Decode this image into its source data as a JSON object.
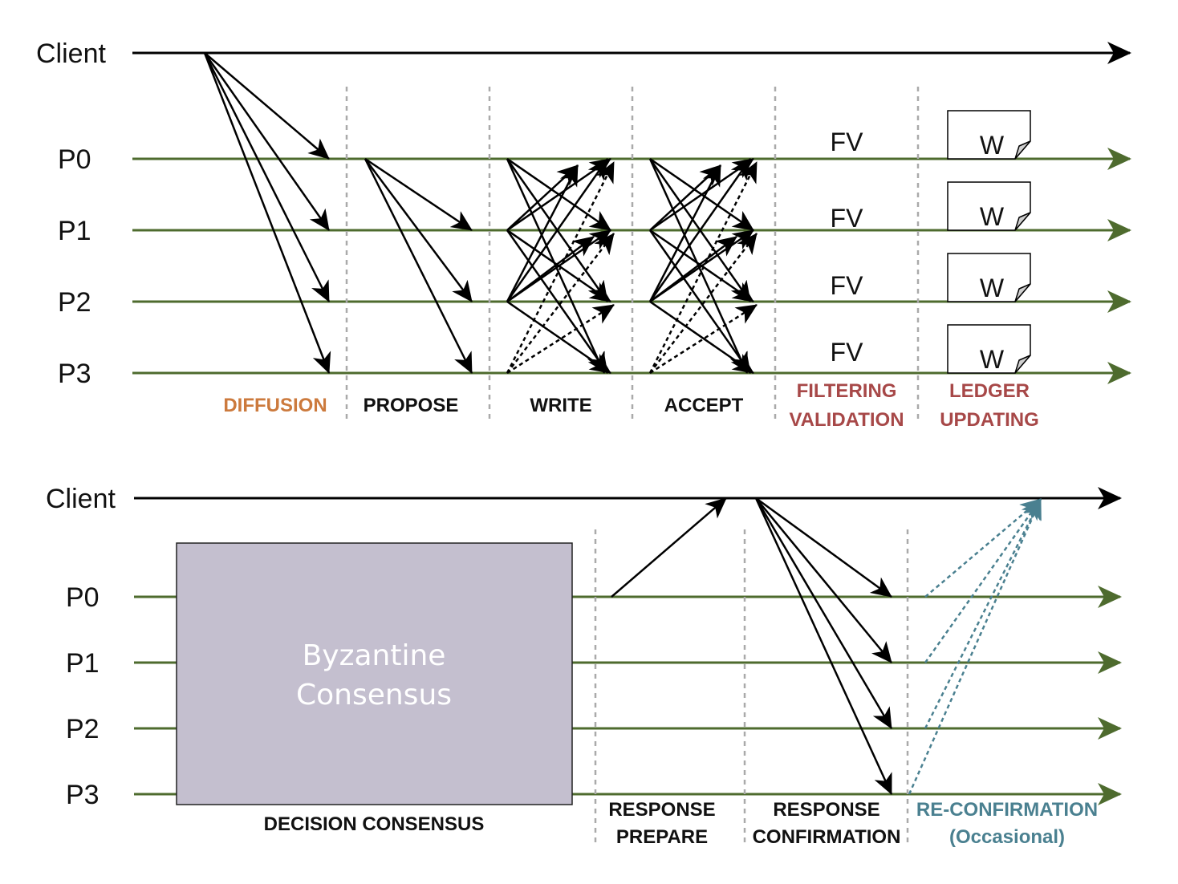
{
  "colors": {
    "process_line": "#4e6b2e",
    "client_line": "#000000",
    "orange": "#cc7a3d",
    "red": "#a74848",
    "teal": "#4a8090",
    "box_fill": "#c4bfcf"
  },
  "top": {
    "client_label": "Client",
    "process_labels": [
      "P0",
      "P1",
      "P2",
      "P3"
    ],
    "fv_labels": [
      "FV",
      "FV",
      "FV",
      "FV"
    ],
    "w_labels": [
      "W",
      "W",
      "W",
      "W"
    ],
    "phases": {
      "diffusion": "DIFFUSION",
      "propose": "PROPOSE",
      "write": "WRITE",
      "accept": "ACCEPT",
      "filtering_line1": "FILTERING",
      "filtering_line2": "VALIDATION",
      "ledger_line1": "LEDGER",
      "ledger_line2": "UPDATING"
    }
  },
  "bottom": {
    "client_label": "Client",
    "process_labels": [
      "P0",
      "P1",
      "P2",
      "P3"
    ],
    "box_line1": "Byzantine",
    "box_line2": "Consensus",
    "phases": {
      "decision": "DECISION CONSENSUS",
      "resp_prepare_line1": "RESPONSE",
      "resp_prepare_line2": "PREPARE",
      "resp_confirm_line1": "RESPONSE",
      "resp_confirm_line2": "CONFIRMATION",
      "reconfirm_line1": "RE-CONFIRMATION",
      "reconfirm_line2": "(Occasional)"
    }
  }
}
